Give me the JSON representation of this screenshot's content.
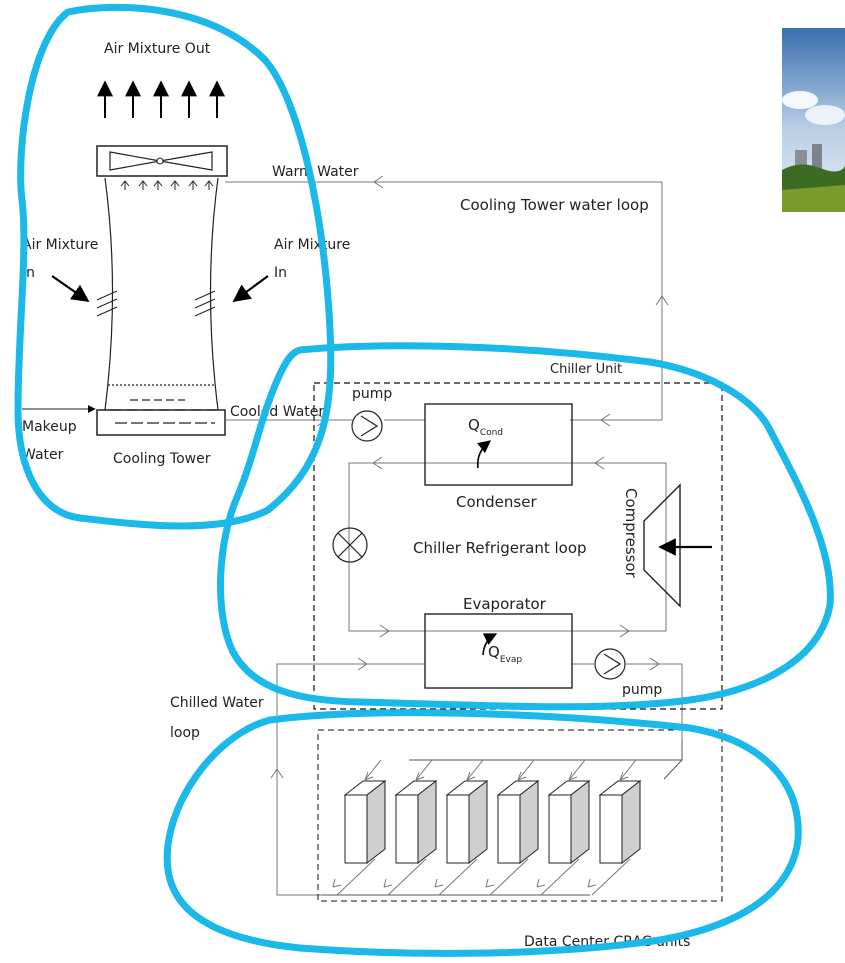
{
  "diagram": {
    "labels": {
      "air_out": "Air Mixture Out",
      "warm_water": "Warm Water",
      "ct_loop": "Cooling Tower water loop",
      "air_in_left_1": "Air Mixture",
      "air_in_left_2": "In",
      "air_in_right_1": "Air Mixture",
      "air_in_right_2": "In",
      "chiller_unit": "Chiller Unit",
      "pump_top": "pump",
      "makeup_1": "Makeup",
      "makeup_2": "Water",
      "cooled_water": "Cooled Water",
      "cooling_tower": "Cooling Tower",
      "q_cond": "Q",
      "q_cond_sub": "Cond",
      "condenser": "Condenser",
      "compressor": "Compressor",
      "refrigerant_loop": "Chiller Refrigerant loop",
      "evaporator": "Evaporator",
      "q_evap": "Q",
      "q_evap_sub": "Evap",
      "pump_bottom": "pump",
      "chilled_loop_1": "Chilled Water",
      "chilled_loop_2": "loop",
      "crac_units": "Data Center CRAC units"
    },
    "crac_unit_count": 6
  },
  "colors": {
    "highlight": "#1bb8ea",
    "line": "#555555",
    "box_side": "#cfcfcf"
  }
}
